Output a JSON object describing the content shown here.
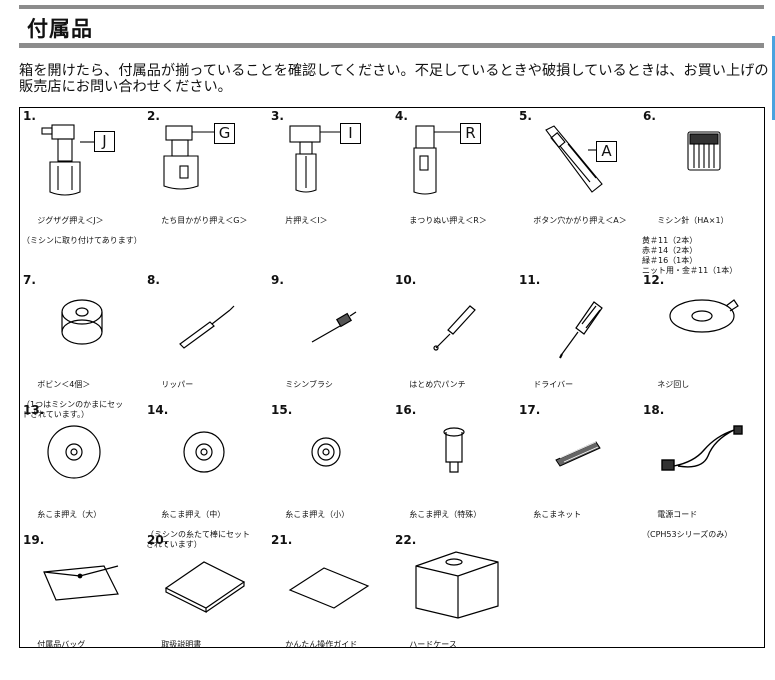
{
  "page": {
    "title": "付属品",
    "intro": "箱を開けたら、付属品が揃っていることを確認してください。不足しているときや破損しているときは、お買い上げの販売店にお問い合わせください。"
  },
  "items": [
    {
      "num": "1.",
      "letter": "J",
      "caption": "ジグザグ押え＜J＞",
      "sub": "（ミシンに取り付けてあります）"
    },
    {
      "num": "2.",
      "letter": "G",
      "caption": "たち目かがり押え＜G＞",
      "sub": ""
    },
    {
      "num": "3.",
      "letter": "I",
      "caption": "片押え＜I＞",
      "sub": ""
    },
    {
      "num": "4.",
      "letter": "R",
      "caption": "まつりぬい押え＜R＞",
      "sub": ""
    },
    {
      "num": "5.",
      "letter": "A",
      "caption": "ボタン穴かがり押え＜A＞",
      "sub": ""
    },
    {
      "num": "6.",
      "letter": "",
      "caption": "ミシン針（HA×1）",
      "sub": "黄＃11（2本）\n赤＃14（2本）\n緑＃16（1本）\nニット用・金＃11（1本）"
    },
    {
      "num": "7.",
      "letter": "",
      "caption": "ボビン＜4個＞",
      "sub": "（1つはミシンのかまにセッ\nトされています。）"
    },
    {
      "num": "8.",
      "letter": "",
      "caption": "リッパー",
      "sub": ""
    },
    {
      "num": "9.",
      "letter": "",
      "caption": "ミシンブラシ",
      "sub": ""
    },
    {
      "num": "10.",
      "letter": "",
      "caption": "はとめ穴パンチ",
      "sub": ""
    },
    {
      "num": "11.",
      "letter": "",
      "caption": "ドライバー",
      "sub": ""
    },
    {
      "num": "12.",
      "letter": "",
      "caption": "ネジ回し",
      "sub": ""
    },
    {
      "num": "13.",
      "letter": "",
      "caption": "糸こま押え（大）",
      "sub": ""
    },
    {
      "num": "14.",
      "letter": "",
      "caption": "糸こま押え（中）",
      "sub": "（ミシンの糸たて棒にセット\nされています）"
    },
    {
      "num": "15.",
      "letter": "",
      "caption": "糸こま押え（小）",
      "sub": ""
    },
    {
      "num": "16.",
      "letter": "",
      "caption": "糸こま押え（特殊）",
      "sub": ""
    },
    {
      "num": "17.",
      "letter": "",
      "caption": "糸こまネット",
      "sub": ""
    },
    {
      "num": "18.",
      "letter": "",
      "caption": "電源コード",
      "sub": "（CPH53シリーズのみ）"
    },
    {
      "num": "19.",
      "letter": "",
      "caption": "付属品バッグ",
      "sub": ""
    },
    {
      "num": "20.",
      "letter": "",
      "caption": "取扱説明書",
      "sub": ""
    },
    {
      "num": "21.",
      "letter": "",
      "caption": "かんたん操作ガイド",
      "sub": ""
    },
    {
      "num": "22.",
      "letter": "",
      "caption": "ハードケース",
      "sub": ""
    }
  ]
}
